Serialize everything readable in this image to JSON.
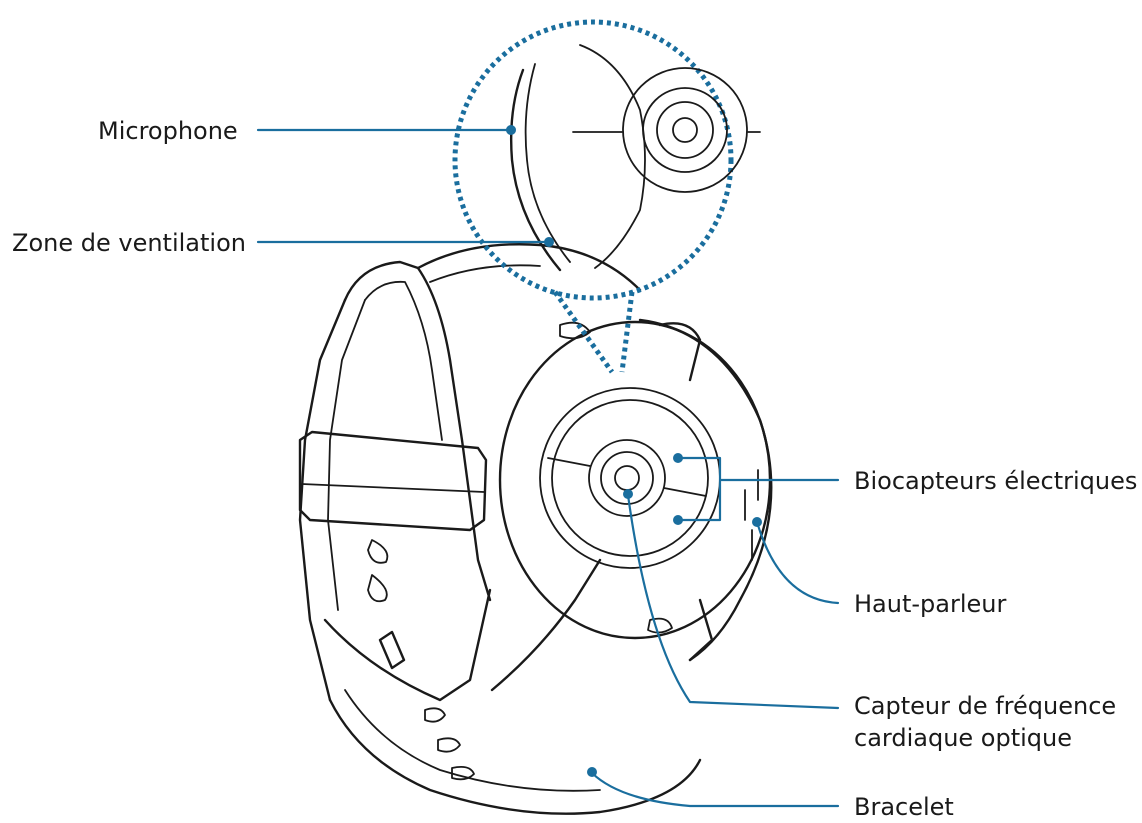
{
  "colors": {
    "callout": "#1a6e9e",
    "line_art": "#1a1a1a"
  },
  "labels": {
    "microphone": "Microphone",
    "ventilation": "Zone de ventilation",
    "biosensors": "Biocapteurs électriques",
    "speaker": "Haut-parleur",
    "hr_sensor_line1": "Capteur de fréquence",
    "hr_sensor_line2": "cardiaque optique",
    "strap": "Bracelet"
  }
}
